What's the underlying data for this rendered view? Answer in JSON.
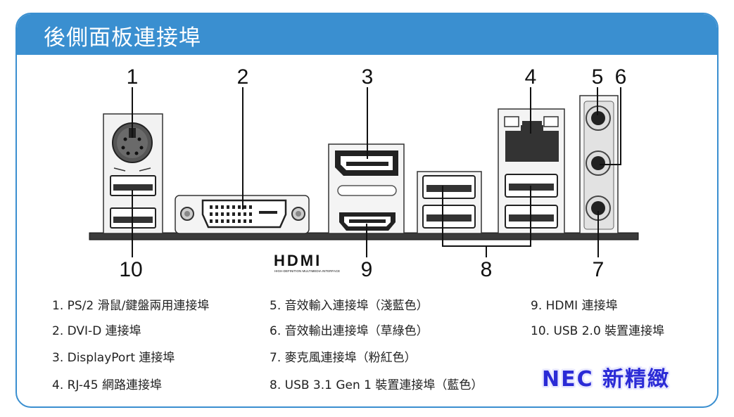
{
  "title": "後側面板連接埠",
  "callouts": {
    "n1": "1",
    "n2": "2",
    "n3": "3",
    "n4": "4",
    "n5": "5",
    "n6": "6",
    "n7": "7",
    "n8": "8",
    "n9": "9",
    "n10": "10"
  },
  "hdmi_logo": {
    "word": "HDMI",
    "tagline": "HIGH-DEFINITION MULTIMEDIA INTERFACE"
  },
  "legend": {
    "col1": [
      "1. PS/2 滑鼠/鍵盤兩用連接埠",
      "2. DVI-D 連接埠",
      "3. DisplayPort 連接埠",
      "4. RJ-45 網路連接埠"
    ],
    "col2": [
      "5. 音效輸入連接埠（淺藍色）",
      "6. 音效輸出連接埠（草綠色）",
      "7. 麥克風連接埠（粉紅色）",
      "8. USB 3.1 Gen 1 裝置連接埠（藍色）"
    ],
    "col3": [
      "9.   HDMI 連接埠",
      "10. USB 2.0 裝置連接埠"
    ]
  },
  "brand": "NEC 新精緻",
  "colors": {
    "frame": "#3a8fd0",
    "board": "#3b3b3b",
    "brand": "#2b2bd6"
  }
}
